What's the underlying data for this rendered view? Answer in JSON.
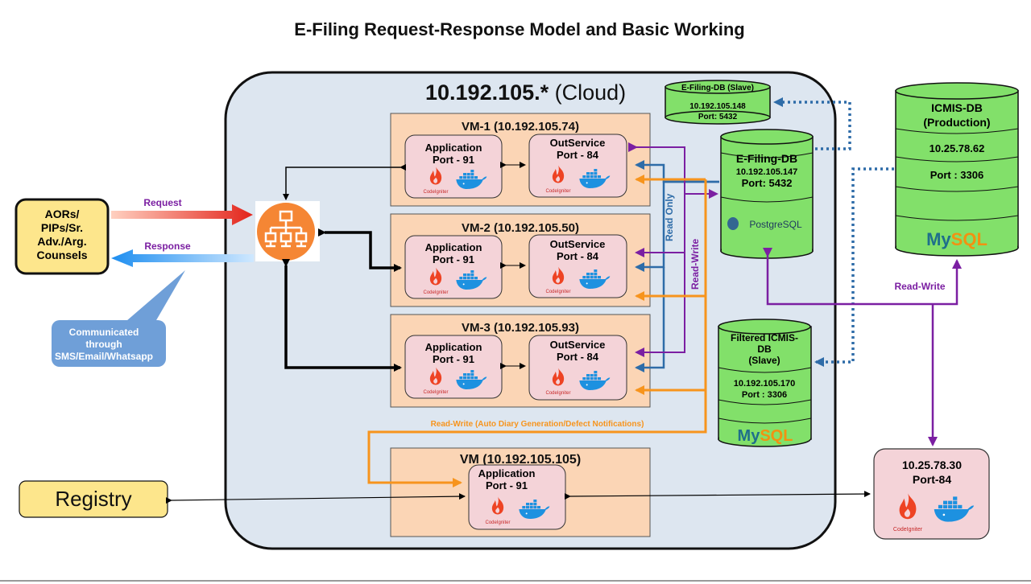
{
  "title": "E-Filing Request-Response Model and Basic Working",
  "cloud": {
    "label_ip": "10.192.105.*",
    "label_suffix": " (Cloud)"
  },
  "client": {
    "lines": [
      "AORs/",
      "PIPs/Sr.",
      "Adv./Arg.",
      "Counsels"
    ]
  },
  "request_label": "Request",
  "response_label": "Response",
  "callout": {
    "lines": [
      "Communicated",
      "through",
      "SMS/Email/Whatsapp"
    ]
  },
  "vms": [
    {
      "label": "VM-1  (10.192.105.74)",
      "app": [
        "Application",
        "Port - 91"
      ],
      "out": [
        "OutService",
        "Port - 84"
      ]
    },
    {
      "label": "VM-2  (10.192.105.50)",
      "app": [
        "Application",
        "Port - 91"
      ],
      "out": [
        "OutService",
        "Port - 84"
      ]
    },
    {
      "label": "VM-3  (10.192.105.93)",
      "app": [
        "Application",
        "Port - 91"
      ],
      "out": [
        "OutService",
        "Port - 84"
      ]
    }
  ],
  "vm_main": {
    "label": "VM (10.192.105.105)",
    "app": [
      "Application",
      "Port - 91"
    ]
  },
  "codeigniter_label": "CodeIgniter",
  "efiling_slave": {
    "lines": [
      "E-Filing-DB (Slave)",
      "10.192.105.148",
      "Port: 5432"
    ]
  },
  "efiling_db": {
    "lines": [
      "E-Filing-DB",
      "10.192.105.147",
      "Port: 5432"
    ],
    "brand": "PostgreSQL"
  },
  "icmis_db": {
    "lines": [
      "ICMIS-DB",
      "(Production)",
      "10.25.78.62",
      "Port : 3306"
    ],
    "brand_a": "My",
    "brand_b": "SQL"
  },
  "filtered_db": {
    "lines": [
      "Filtered ICMIS-",
      "DB",
      "(Slave)",
      "10.192.105.170",
      "Port : 3306"
    ],
    "brand_a": "My",
    "brand_b": "SQL"
  },
  "label_read_only": "Read Only",
  "label_read_write_v": "Read-Write",
  "label_read_write_h": "Read-Write",
  "label_auto": "Read-Write (Auto Diary Generation/Defect Notifications)",
  "registry": "Registry",
  "external": {
    "lines": [
      "10.25.78.30",
      "Port-84"
    ]
  },
  "colors": {
    "cloud_bg": "#dde6f0",
    "vm_bg": "#fbd5b5",
    "app_bg": "#f4d3d8",
    "db_green": "#82e06a",
    "orange": "#f7941d",
    "purple": "#7b1fa2",
    "blue_dash": "#2e6ca8",
    "callout": "#6f9fd8"
  }
}
